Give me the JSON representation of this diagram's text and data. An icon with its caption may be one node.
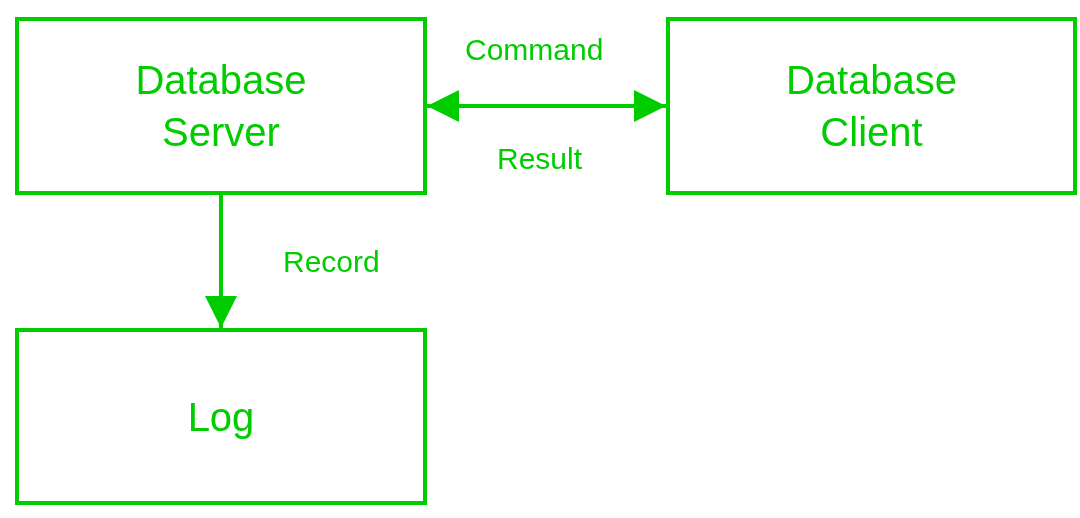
{
  "diagram": {
    "nodes": [
      {
        "text": [
          "Database Server"
        ]
      },
      {
        "text": [
          "Database Client"
        ]
      },
      {
        "text": [
          "Log"
        ]
      }
    ],
    "edges": [
      {
        "from": 0,
        "to": 1,
        "arrow": "both",
        "label": "Command"
      },
      {
        "from": 0,
        "to": 2,
        "arrow": "to",
        "label": "Record"
      }
    ],
    "labels": [
      "Result"
    ]
  }
}
